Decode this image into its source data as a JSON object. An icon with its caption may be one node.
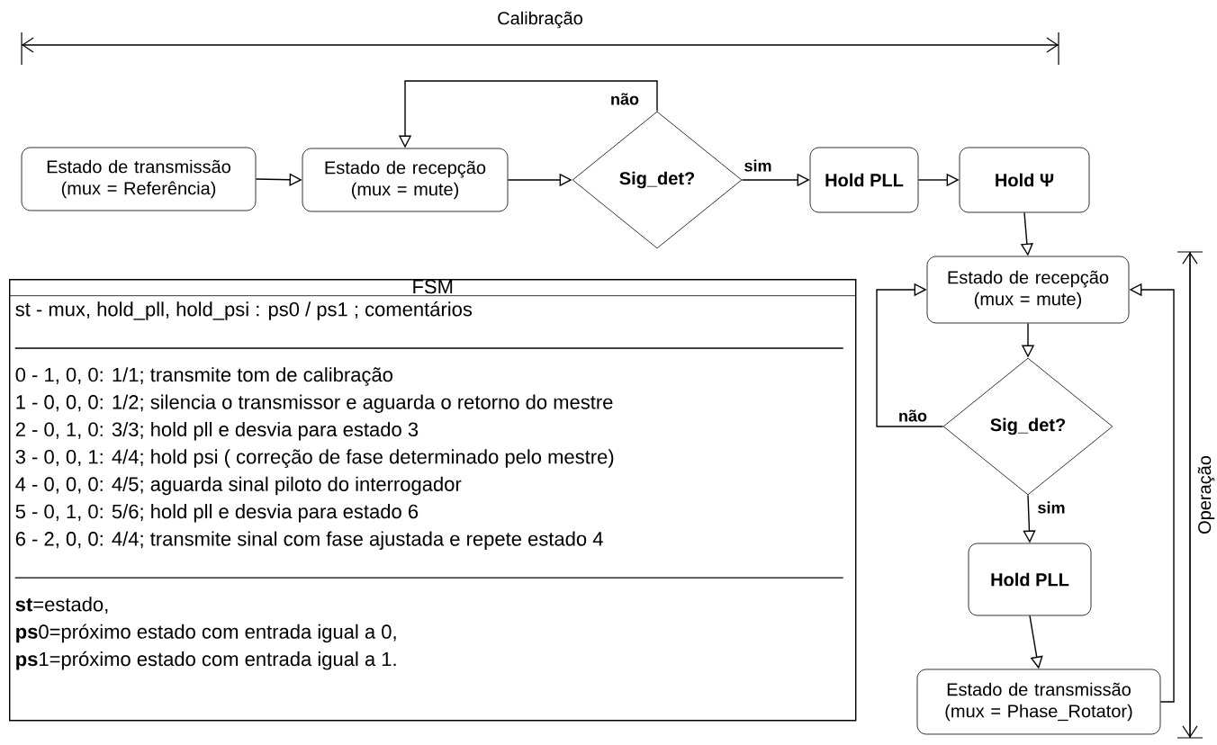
{
  "diagram": {
    "nodes": [
      {
        "text": [
          "Estado de transmissão (mux = Referência)"
        ]
      },
      {
        "text": [
          "Estado de recepção (mux = mute)"
        ]
      },
      {
        "text": [
          "Sig_det?"
        ]
      },
      {
        "text": [
          "Hold PLL"
        ]
      },
      {
        "text": [
          "Hold Ψ"
        ]
      },
      {
        "text": [
          "Estado de recepção (mux = mute)"
        ]
      },
      {
        "text": [
          "Sig_det?"
        ]
      },
      {
        "text": [
          "Hold PLL"
        ]
      },
      {
        "text": [
          "Estado de transmissão (mux = Phase_Rotator)"
        ]
      },
      {
        "text": [
          "FSM",
          "st - mux, hold_pll, hold_psi : ps0 / ps1 ; comentários",
          "0 - 1, 0, 0: 1/1; transmite tom de calibração",
          "1 - 0, 0, 0: 1/2; silencia o transmissor e aguarda o retorno do mestre",
          "2 - 0, 1, 0: 3/3; hold pll e desvia para estado 3",
          "3 - 0, 0, 1: 4/4; hold psi ( correção de fase determinado pelo mestre)",
          "4 - 0, 0, 0: 4/5; aguarda sinal piloto do interrogador",
          "5 - 0, 1, 0: 5/6; hold pll e desvia para estado 6",
          "6 - 2, 0, 0: 4/4; transmite sinal com fase ajustada e repete estado 4",
          "**st**=estado,",
          "**ps**0=próximo estado com entrada igual a 0,",
          "**ps**1=próximo estado com entrada igual a 1."
        ]
      }
    ],
    "edges": [
      {
        "from": 0,
        "to": 1,
        "arrow": "to"
      },
      {
        "from": 1,
        "to": 2,
        "arrow": "to"
      },
      {
        "from": 2,
        "to": 1,
        "arrow": "to",
        "label": "não"
      },
      {
        "from": 2,
        "to": 3,
        "arrow": "to",
        "label": "sim"
      },
      {
        "from": 3,
        "to": 4,
        "arrow": "to"
      },
      {
        "from": 4,
        "to": 5,
        "arrow": "to"
      },
      {
        "from": 5,
        "to": 6,
        "arrow": "to"
      },
      {
        "from": 6,
        "to": 5,
        "arrow": "to",
        "label": "não"
      },
      {
        "from": 6,
        "to": 7,
        "arrow": "to",
        "label": "sim"
      },
      {
        "from": 7,
        "to": 8,
        "arrow": "to"
      },
      {
        "from": 8,
        "to": 5,
        "arrow": "to"
      }
    ],
    "labels": [
      "Calibração",
      "Operação"
    ]
  }
}
